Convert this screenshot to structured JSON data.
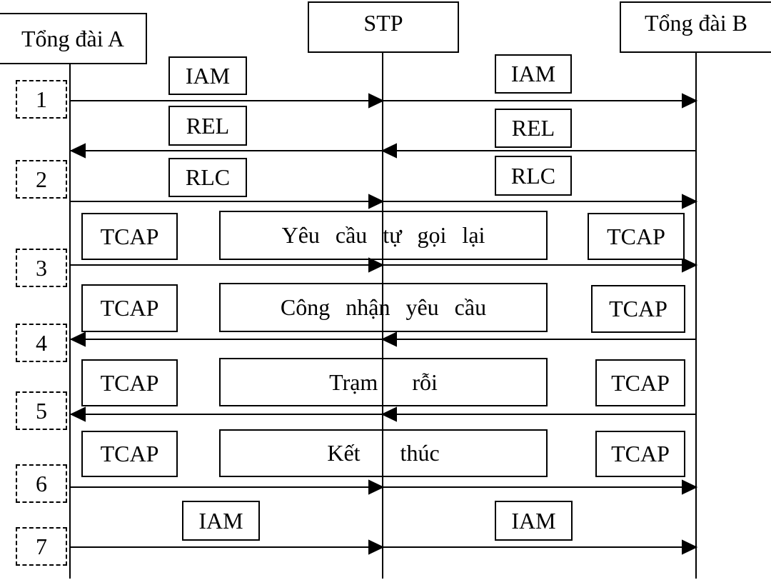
{
  "nodes": {
    "a": "Tổng đài A",
    "stp": "STP",
    "b": "Tổng đài B"
  },
  "steps": [
    "1",
    "2",
    "3",
    "4",
    "5",
    "6",
    "7"
  ],
  "signals": {
    "iam_1_left": "IAM",
    "iam_1_right": "IAM",
    "rel_left": "REL",
    "rel_right": "REL",
    "rlc_left": "RLC",
    "rlc_right": "RLC",
    "tcap_3_left": "TCAP",
    "msg_3": "Yêu cầu tự gọi lại",
    "tcap_3_right": "TCAP",
    "tcap_4_left": "TCAP",
    "msg_4": "Công nhận yêu cầu",
    "tcap_4_right": "TCAP",
    "tcap_5_left": "TCAP",
    "msg_5": "Trạm rỗi",
    "tcap_5_right": "TCAP",
    "tcap_6_left": "TCAP",
    "msg_6": "Kết thúc",
    "tcap_6_right": "TCAP",
    "iam_7_left": "IAM",
    "iam_7_right": "IAM"
  }
}
